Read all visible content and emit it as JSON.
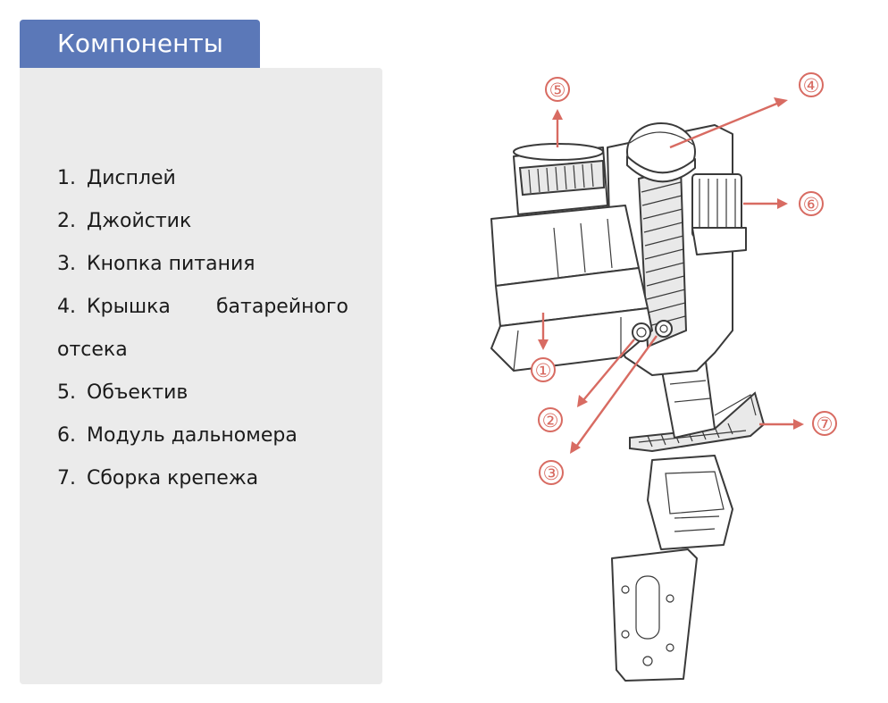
{
  "header": {
    "title": "Компоненты"
  },
  "components": [
    {
      "num": "1.",
      "label": "Дисплей"
    },
    {
      "num": "2.",
      "label": "Джойстик"
    },
    {
      "num": "3.",
      "label": "Кнопка питания"
    },
    {
      "num": "4.",
      "label_word1": "Крышка",
      "label_word2": "батарейного",
      "label_cont": "отсека"
    },
    {
      "num": "5.",
      "label": "Объектив"
    },
    {
      "num": "6.",
      "label": "Модуль дальномера"
    },
    {
      "num": "7.",
      "label": "Сборка крепежа"
    }
  ],
  "callouts": [
    "①",
    "②",
    "③",
    "④",
    "⑤",
    "⑥",
    "⑦"
  ],
  "colors": {
    "header_bg": "#5b78b8",
    "panel_bg": "#ebebeb",
    "callout": "#d86b62"
  }
}
